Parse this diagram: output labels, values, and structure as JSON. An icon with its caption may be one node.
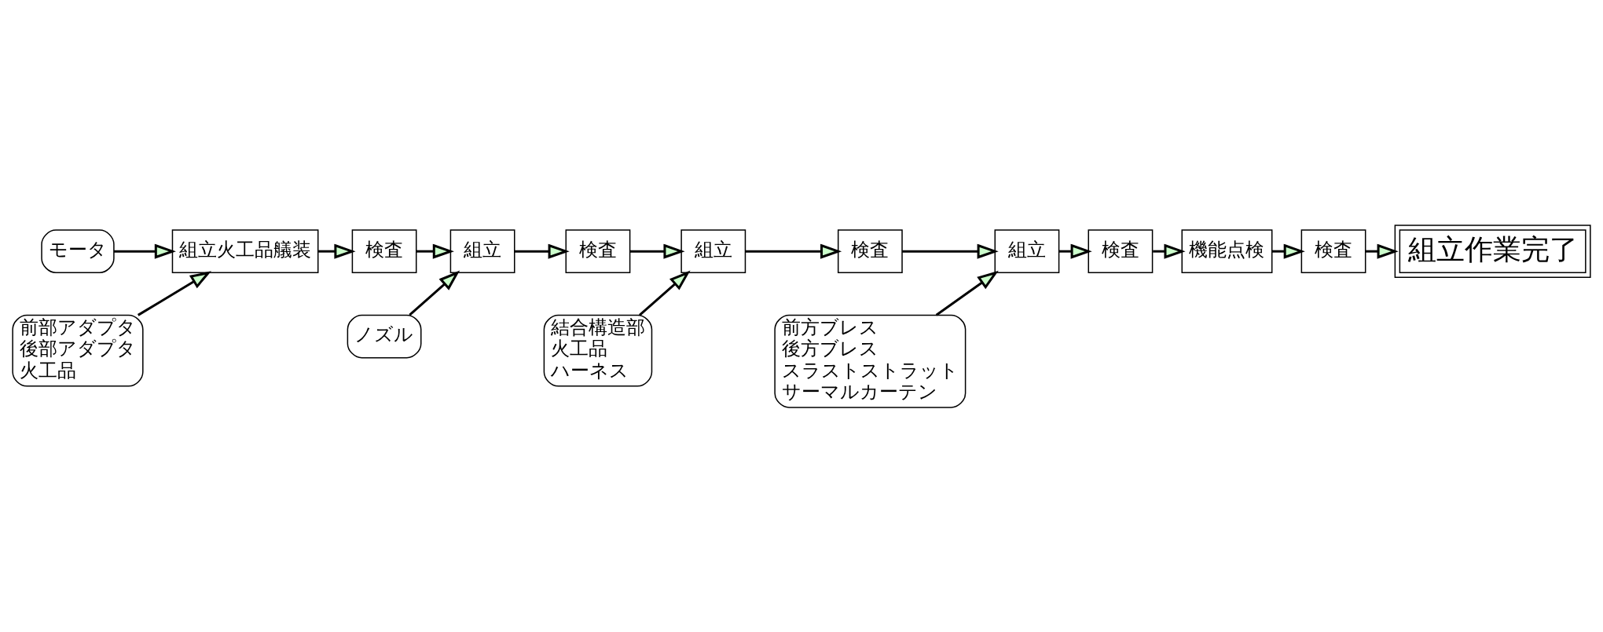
{
  "diagram": {
    "nodes": [
      {
        "text": [
          "モータ"
        ]
      },
      {
        "text": [
          "組立火工品艤装"
        ]
      },
      {
        "text": [
          "検査"
        ]
      },
      {
        "text": [
          "組立"
        ]
      },
      {
        "text": [
          "検査"
        ]
      },
      {
        "text": [
          "組立"
        ]
      },
      {
        "text": [
          "検査"
        ]
      },
      {
        "text": [
          "組立"
        ]
      },
      {
        "text": [
          "検査"
        ]
      },
      {
        "text": [
          "機能点検"
        ]
      },
      {
        "text": [
          "検査"
        ]
      },
      {
        "text": [
          "組立作業完了"
        ]
      },
      {
        "text": [
          "前部アダプタ",
          "後部アダプタ",
          "火工品"
        ]
      },
      {
        "text": [
          "ノズル"
        ]
      },
      {
        "text": [
          "結合構造部",
          "火工品",
          "ハーネス"
        ]
      },
      {
        "text": [
          "前方ブレス",
          "後方ブレス",
          "スラストストラット",
          "サーマルカーテン"
        ]
      }
    ],
    "edges": [
      {
        "from": 0,
        "to": 1,
        "arrow": "to"
      },
      {
        "from": 1,
        "to": 2,
        "arrow": "to"
      },
      {
        "from": 2,
        "to": 3,
        "arrow": "to"
      },
      {
        "from": 3,
        "to": 4,
        "arrow": "to"
      },
      {
        "from": 4,
        "to": 5,
        "arrow": "to"
      },
      {
        "from": 5,
        "to": 6,
        "arrow": "to"
      },
      {
        "from": 6,
        "to": 7,
        "arrow": "to"
      },
      {
        "from": 7,
        "to": 8,
        "arrow": "to"
      },
      {
        "from": 8,
        "to": 9,
        "arrow": "to"
      },
      {
        "from": 9,
        "to": 10,
        "arrow": "to"
      },
      {
        "from": 10,
        "to": 11,
        "arrow": "to"
      },
      {
        "from": 12,
        "to": 1,
        "arrow": "to"
      },
      {
        "from": 13,
        "to": 3,
        "arrow": "to"
      },
      {
        "from": 14,
        "to": 5,
        "arrow": "to"
      },
      {
        "from": 15,
        "to": 7,
        "arrow": "to"
      }
    ]
  }
}
